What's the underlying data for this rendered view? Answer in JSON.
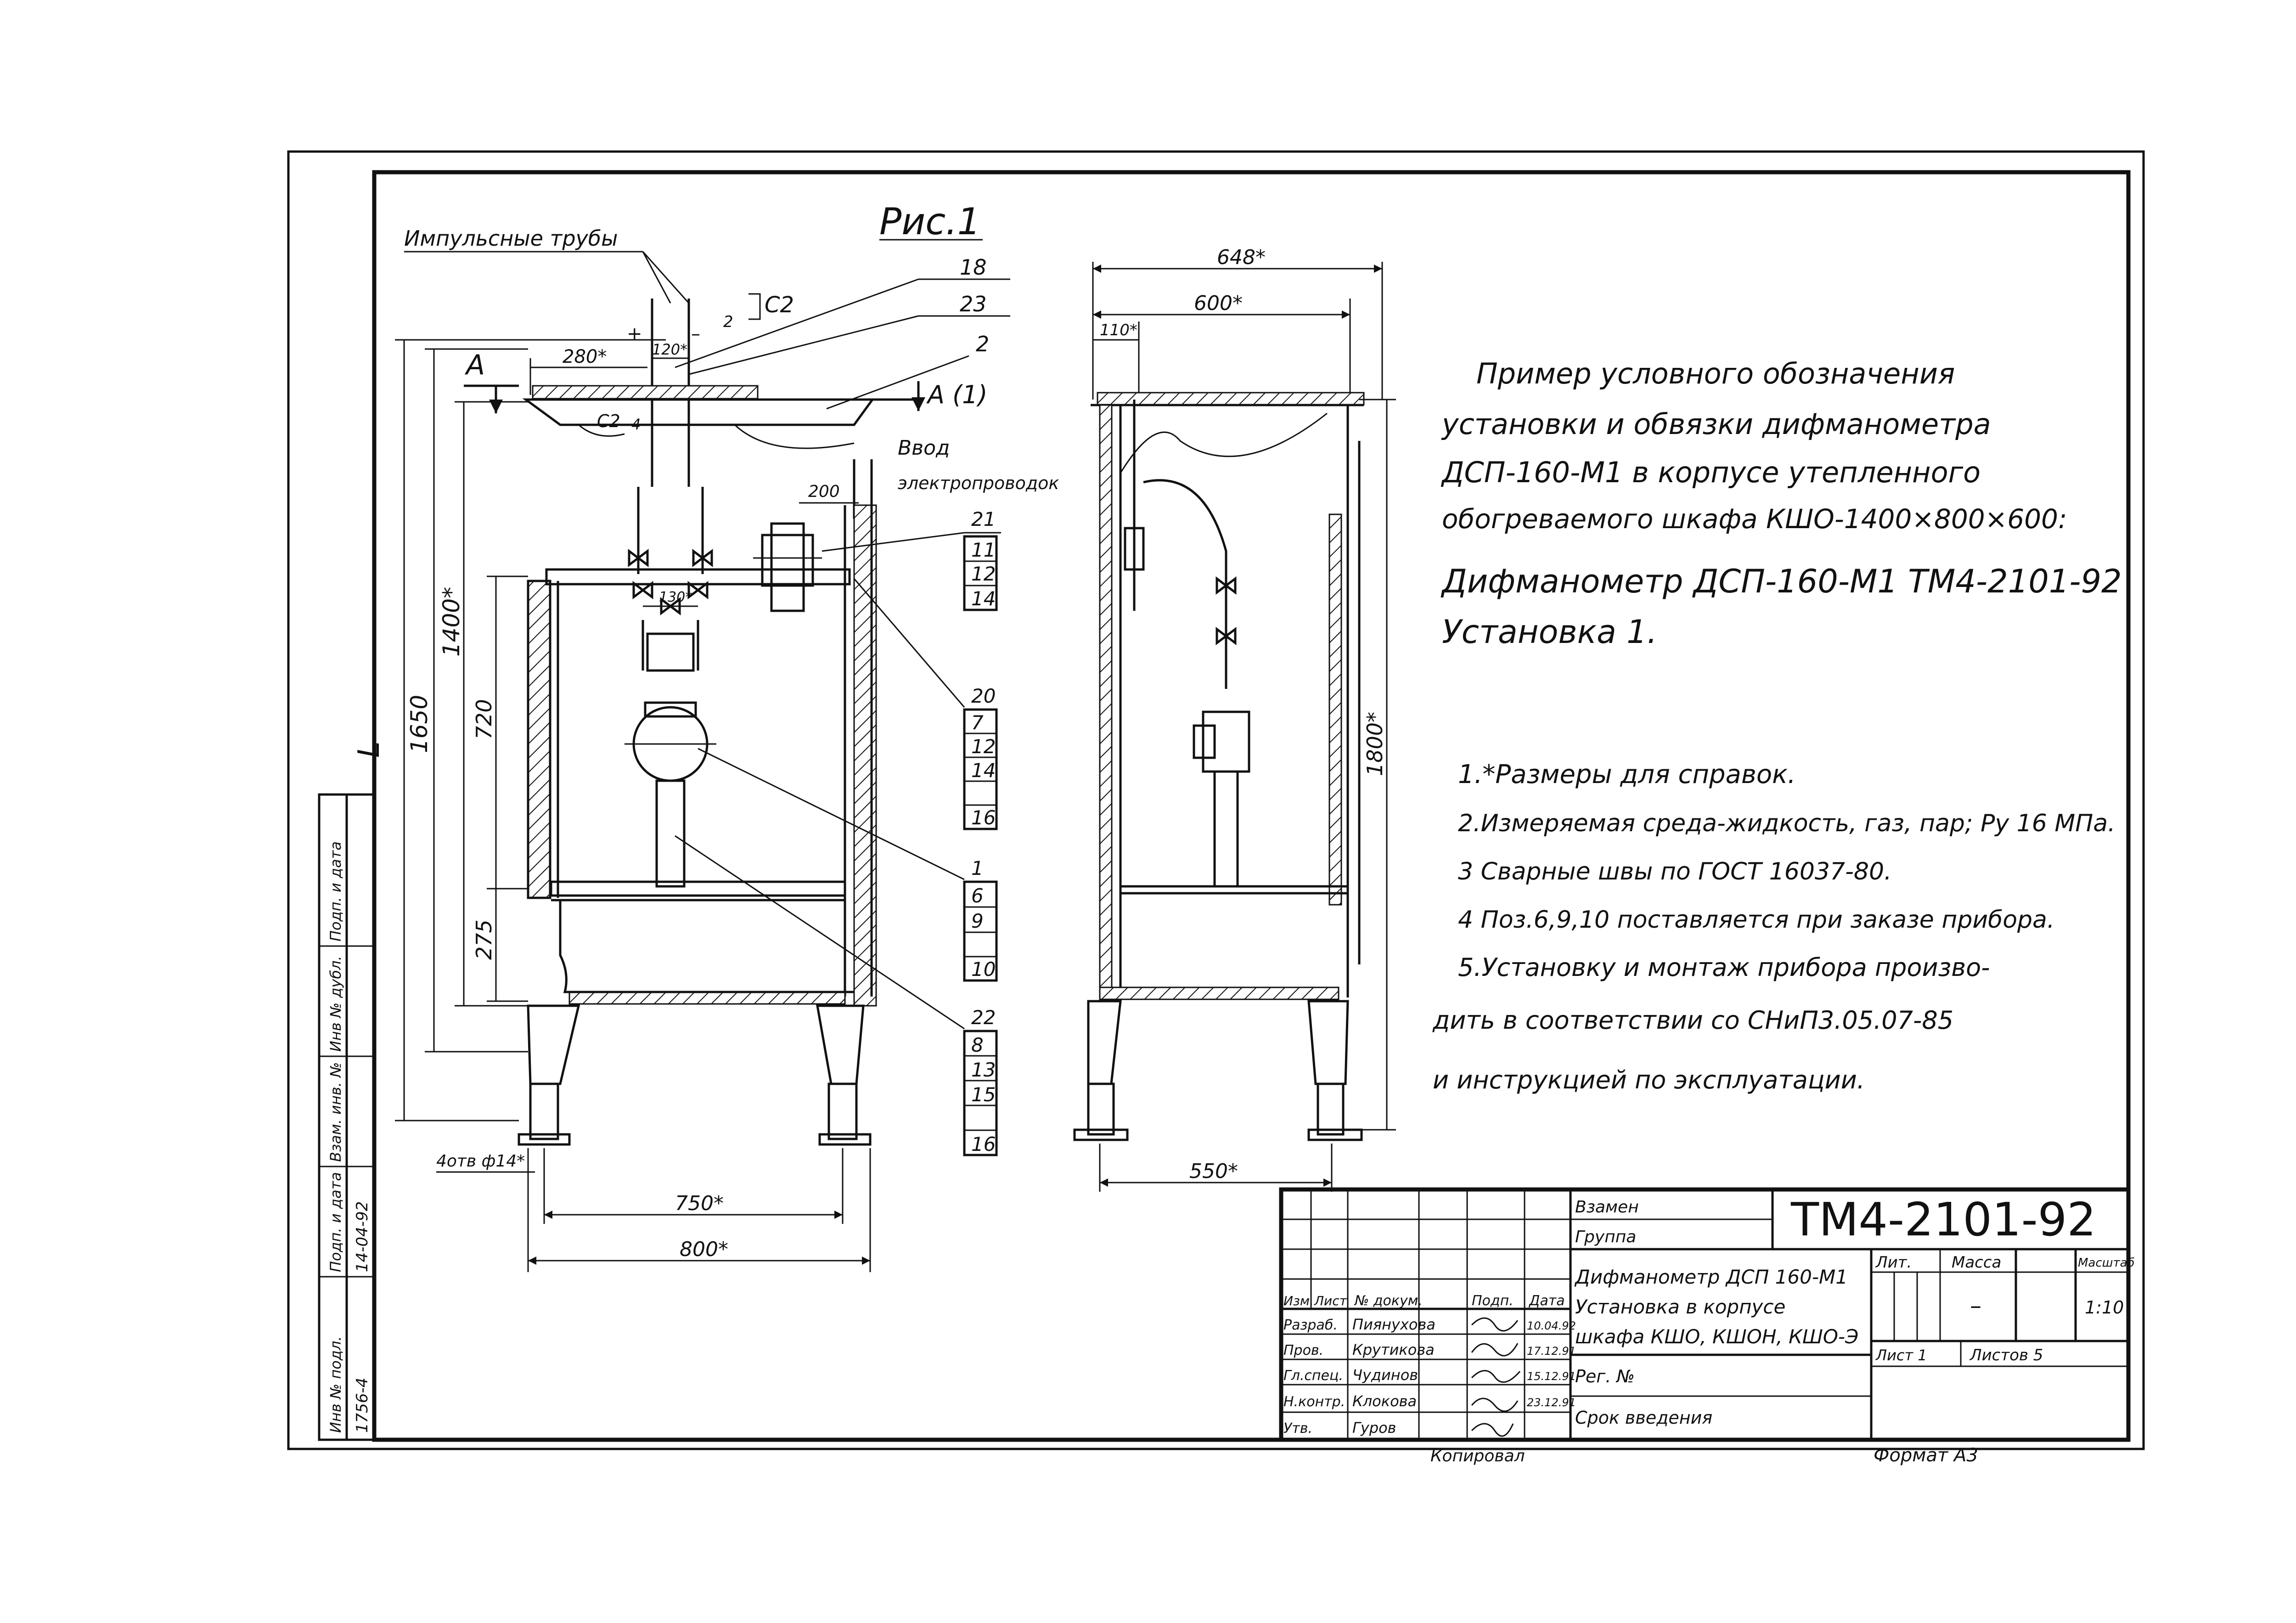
{
  "figure": {
    "title": "Рис.1",
    "impulse_tubes": "Импульсные трубы",
    "plus": "+",
    "minus": "–",
    "c2": "С2",
    "c2_small": "С2",
    "n2": "2",
    "n4": "4",
    "section_a_left": "А",
    "section_a_right": "А (1)",
    "wiring_1": "Ввод",
    "wiring_2": "электропроводок"
  },
  "dimensions": {
    "d280": "280*",
    "d120": "120*",
    "d200": "200",
    "d130": "130*",
    "d1400": "1400*",
    "d1650": "1650",
    "d720": "720",
    "d275": "275",
    "dL": "L",
    "d750": "750*",
    "d800": "800*",
    "holes": "4отв ф14*",
    "d648": "648*",
    "d600": "600*",
    "d110": "110*",
    "d1800": "1800*",
    "d550": "550*"
  },
  "callouts": {
    "c18": "18",
    "c23": "23",
    "c2": "2",
    "grp21": [
      "21",
      "11",
      "12",
      "14"
    ],
    "grp20": [
      "20",
      "7",
      "12",
      "14",
      "16"
    ],
    "grp1": [
      "1",
      "6",
      "9",
      "10"
    ],
    "grp22": [
      "22",
      "8",
      "13",
      "15",
      "16"
    ]
  },
  "description": {
    "lines": [
      "Пример условного обозначения",
      "установки и обвязки дифманометра",
      "ДСП-160-М1 в корпусе утепленного",
      "обогреваемого шкафа КШО-1400×800×600:"
    ],
    "designation_1": "Дифманометр ДСП-160-М1 ТМ4-2101-92",
    "designation_2": "Установка 1."
  },
  "notes": [
    "1.*Размеры для справок.",
    "2.Измеряемая среда-жидкость, газ, пар; Ру 16 МПа.",
    "3 Сварные швы по ГОСТ 16037-80.",
    "4 Поз.6,9,10 поставляется при заказе прибора.",
    "5.Установку и монтаж прибора произво-",
    "дить в соответствии со СНиП3.05.07-85",
    "и инструкцией по эксплуатации."
  ],
  "side_stamp": [
    "Инв № подл.",
    "Подп. и дата",
    "Взам. инв. №",
    "Инв № дубл.",
    "Подп. и дата"
  ],
  "side_stamp_values": [
    "1756-4",
    "14-04-92"
  ],
  "title_block": {
    "doc_number": "ТМ4-2101-92",
    "vzamen": "Взамен",
    "gruppa": "Группа",
    "title_lines": [
      "Дифманометр ДСП 160-М1",
      "Установка в корпусе",
      "шкафа КШО, КШОН, КШО-Э"
    ],
    "col_headers": [
      "Изм.",
      "Лист",
      "№ докум.",
      "Подп.",
      "Дата"
    ],
    "rows": [
      {
        "role": "Разраб.",
        "name": "Пиянухова",
        "date": "10.04.92"
      },
      {
        "role": "Пров.",
        "name": "Крутикова",
        "date": "17.12.91"
      },
      {
        "role": "Гл.спец.",
        "name": "Чудинов",
        "date": "15.12.91"
      },
      {
        "role": "Н.контр.",
        "name": "Клокова",
        "date": "23.12.91"
      },
      {
        "role": "Утв.",
        "name": "Гуров",
        "date": ""
      }
    ],
    "lit_header": "Лит.",
    "mass_header": "Масса",
    "scale_header": "Масштаб",
    "mass_value": "–",
    "scale_value": "1:10",
    "sheet": "Лист 1",
    "sheets": "Листов 5",
    "reg_no": "Рег. №",
    "valid_from": "Срок введения"
  },
  "footer": {
    "copied": "Копировал",
    "format": "Формат А3"
  }
}
